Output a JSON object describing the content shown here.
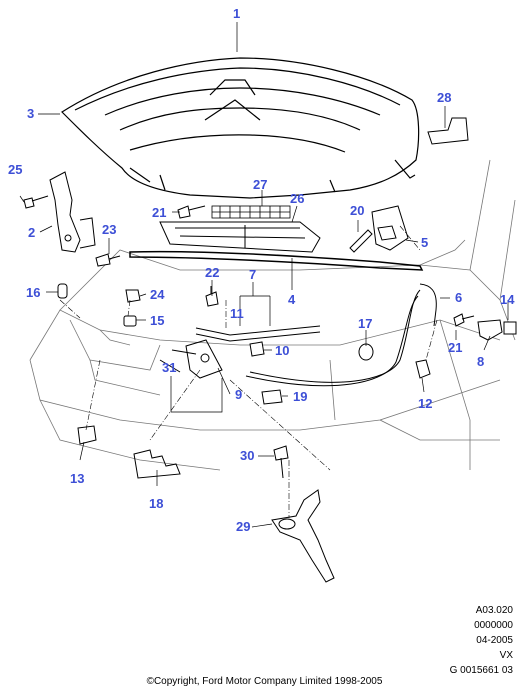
{
  "callouts": [
    "1",
    "2",
    "3",
    "4",
    "5",
    "6",
    "7",
    "8",
    "9",
    "10",
    "11",
    "12",
    "13",
    "14",
    "15",
    "16",
    "17",
    "18",
    "19",
    "20",
    "21",
    "21",
    "22",
    "23",
    "24",
    "25",
    "26",
    "27",
    "28",
    "29",
    "30",
    "31"
  ],
  "reference": {
    "line1": "A03.020",
    "line2": "0000000",
    "line3": "04-2005",
    "line4": "VX",
    "line5": "G 0015661 03"
  },
  "copyright": "©Copyright, Ford Motor Company Limited 1998-2005",
  "colors": {
    "callout": "#3d4fd6",
    "line": "#000000"
  }
}
